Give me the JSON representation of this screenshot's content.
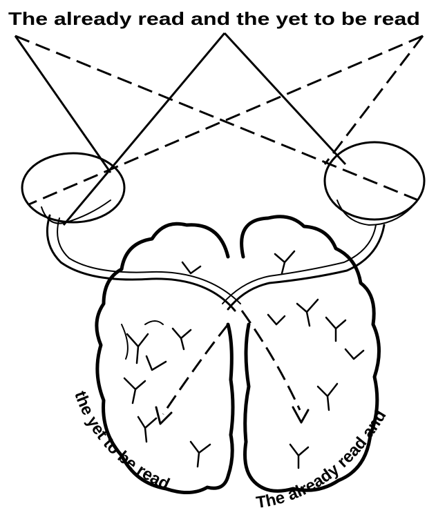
{
  "title": "The already read and the yet to be read",
  "left_hemisphere_label": "the yet to be read",
  "right_hemisphere_label": "The already read and",
  "colors": {
    "ink": "#000000",
    "paper": "#ffffff"
  }
}
